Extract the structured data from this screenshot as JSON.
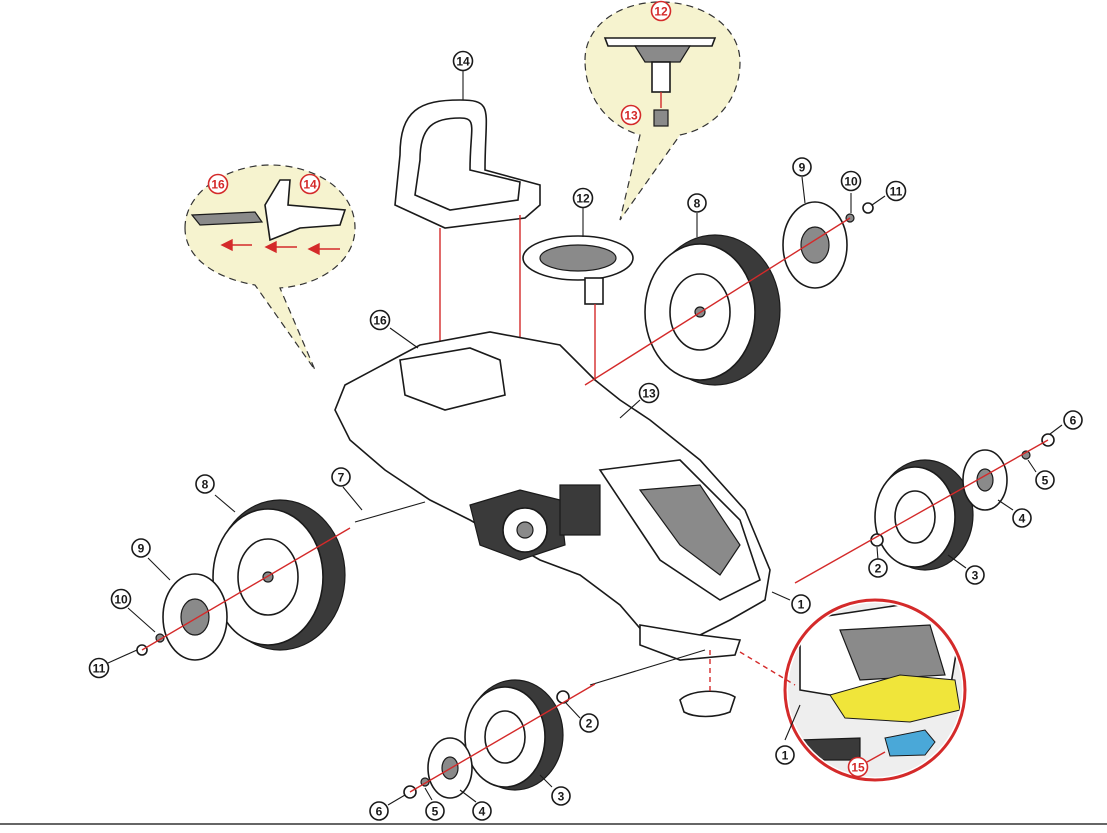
{
  "diagram": {
    "callouts": [
      {
        "id": "c14-seat",
        "label": "14",
        "red": false
      },
      {
        "id": "c12-bubble",
        "label": "12",
        "red": true
      },
      {
        "id": "c13-bubble",
        "label": "13",
        "red": true
      },
      {
        "id": "c16-bubble",
        "label": "16",
        "red": true
      },
      {
        "id": "c14-bubble",
        "label": "14",
        "red": true
      },
      {
        "id": "c12-wheel",
        "label": "12",
        "red": false
      },
      {
        "id": "c8-rr",
        "label": "8",
        "red": false
      },
      {
        "id": "c9-rr",
        "label": "9",
        "red": false
      },
      {
        "id": "c10-rr",
        "label": "10",
        "red": false
      },
      {
        "id": "c11-rr",
        "label": "11",
        "red": false
      },
      {
        "id": "c16-body",
        "label": "16",
        "red": false
      },
      {
        "id": "c13-body",
        "label": "13",
        "red": false
      },
      {
        "id": "c6-fr",
        "label": "6",
        "red": false
      },
      {
        "id": "c5-fr",
        "label": "5",
        "red": false
      },
      {
        "id": "c4-fr",
        "label": "4",
        "red": false
      },
      {
        "id": "c3-fr",
        "label": "3",
        "red": false
      },
      {
        "id": "c2-fr",
        "label": "2",
        "red": false
      },
      {
        "id": "c1-axle",
        "label": "1",
        "red": false
      },
      {
        "id": "c7-axle",
        "label": "7",
        "red": false
      },
      {
        "id": "c8-rl",
        "label": "8",
        "red": false
      },
      {
        "id": "c9-rl",
        "label": "9",
        "red": false
      },
      {
        "id": "c10-rl",
        "label": "10",
        "red": false
      },
      {
        "id": "c11-rl",
        "label": "11",
        "red": false
      },
      {
        "id": "c2-fl",
        "label": "2",
        "red": false
      },
      {
        "id": "c3-fl",
        "label": "3",
        "red": false
      },
      {
        "id": "c6-fl",
        "label": "6",
        "red": false
      },
      {
        "id": "c5-fl",
        "label": "5",
        "red": false
      },
      {
        "id": "c4-fl",
        "label": "4",
        "red": false
      },
      {
        "id": "c1-detail",
        "label": "1",
        "red": false
      },
      {
        "id": "c15-detail",
        "label": "15",
        "red": true
      }
    ]
  }
}
